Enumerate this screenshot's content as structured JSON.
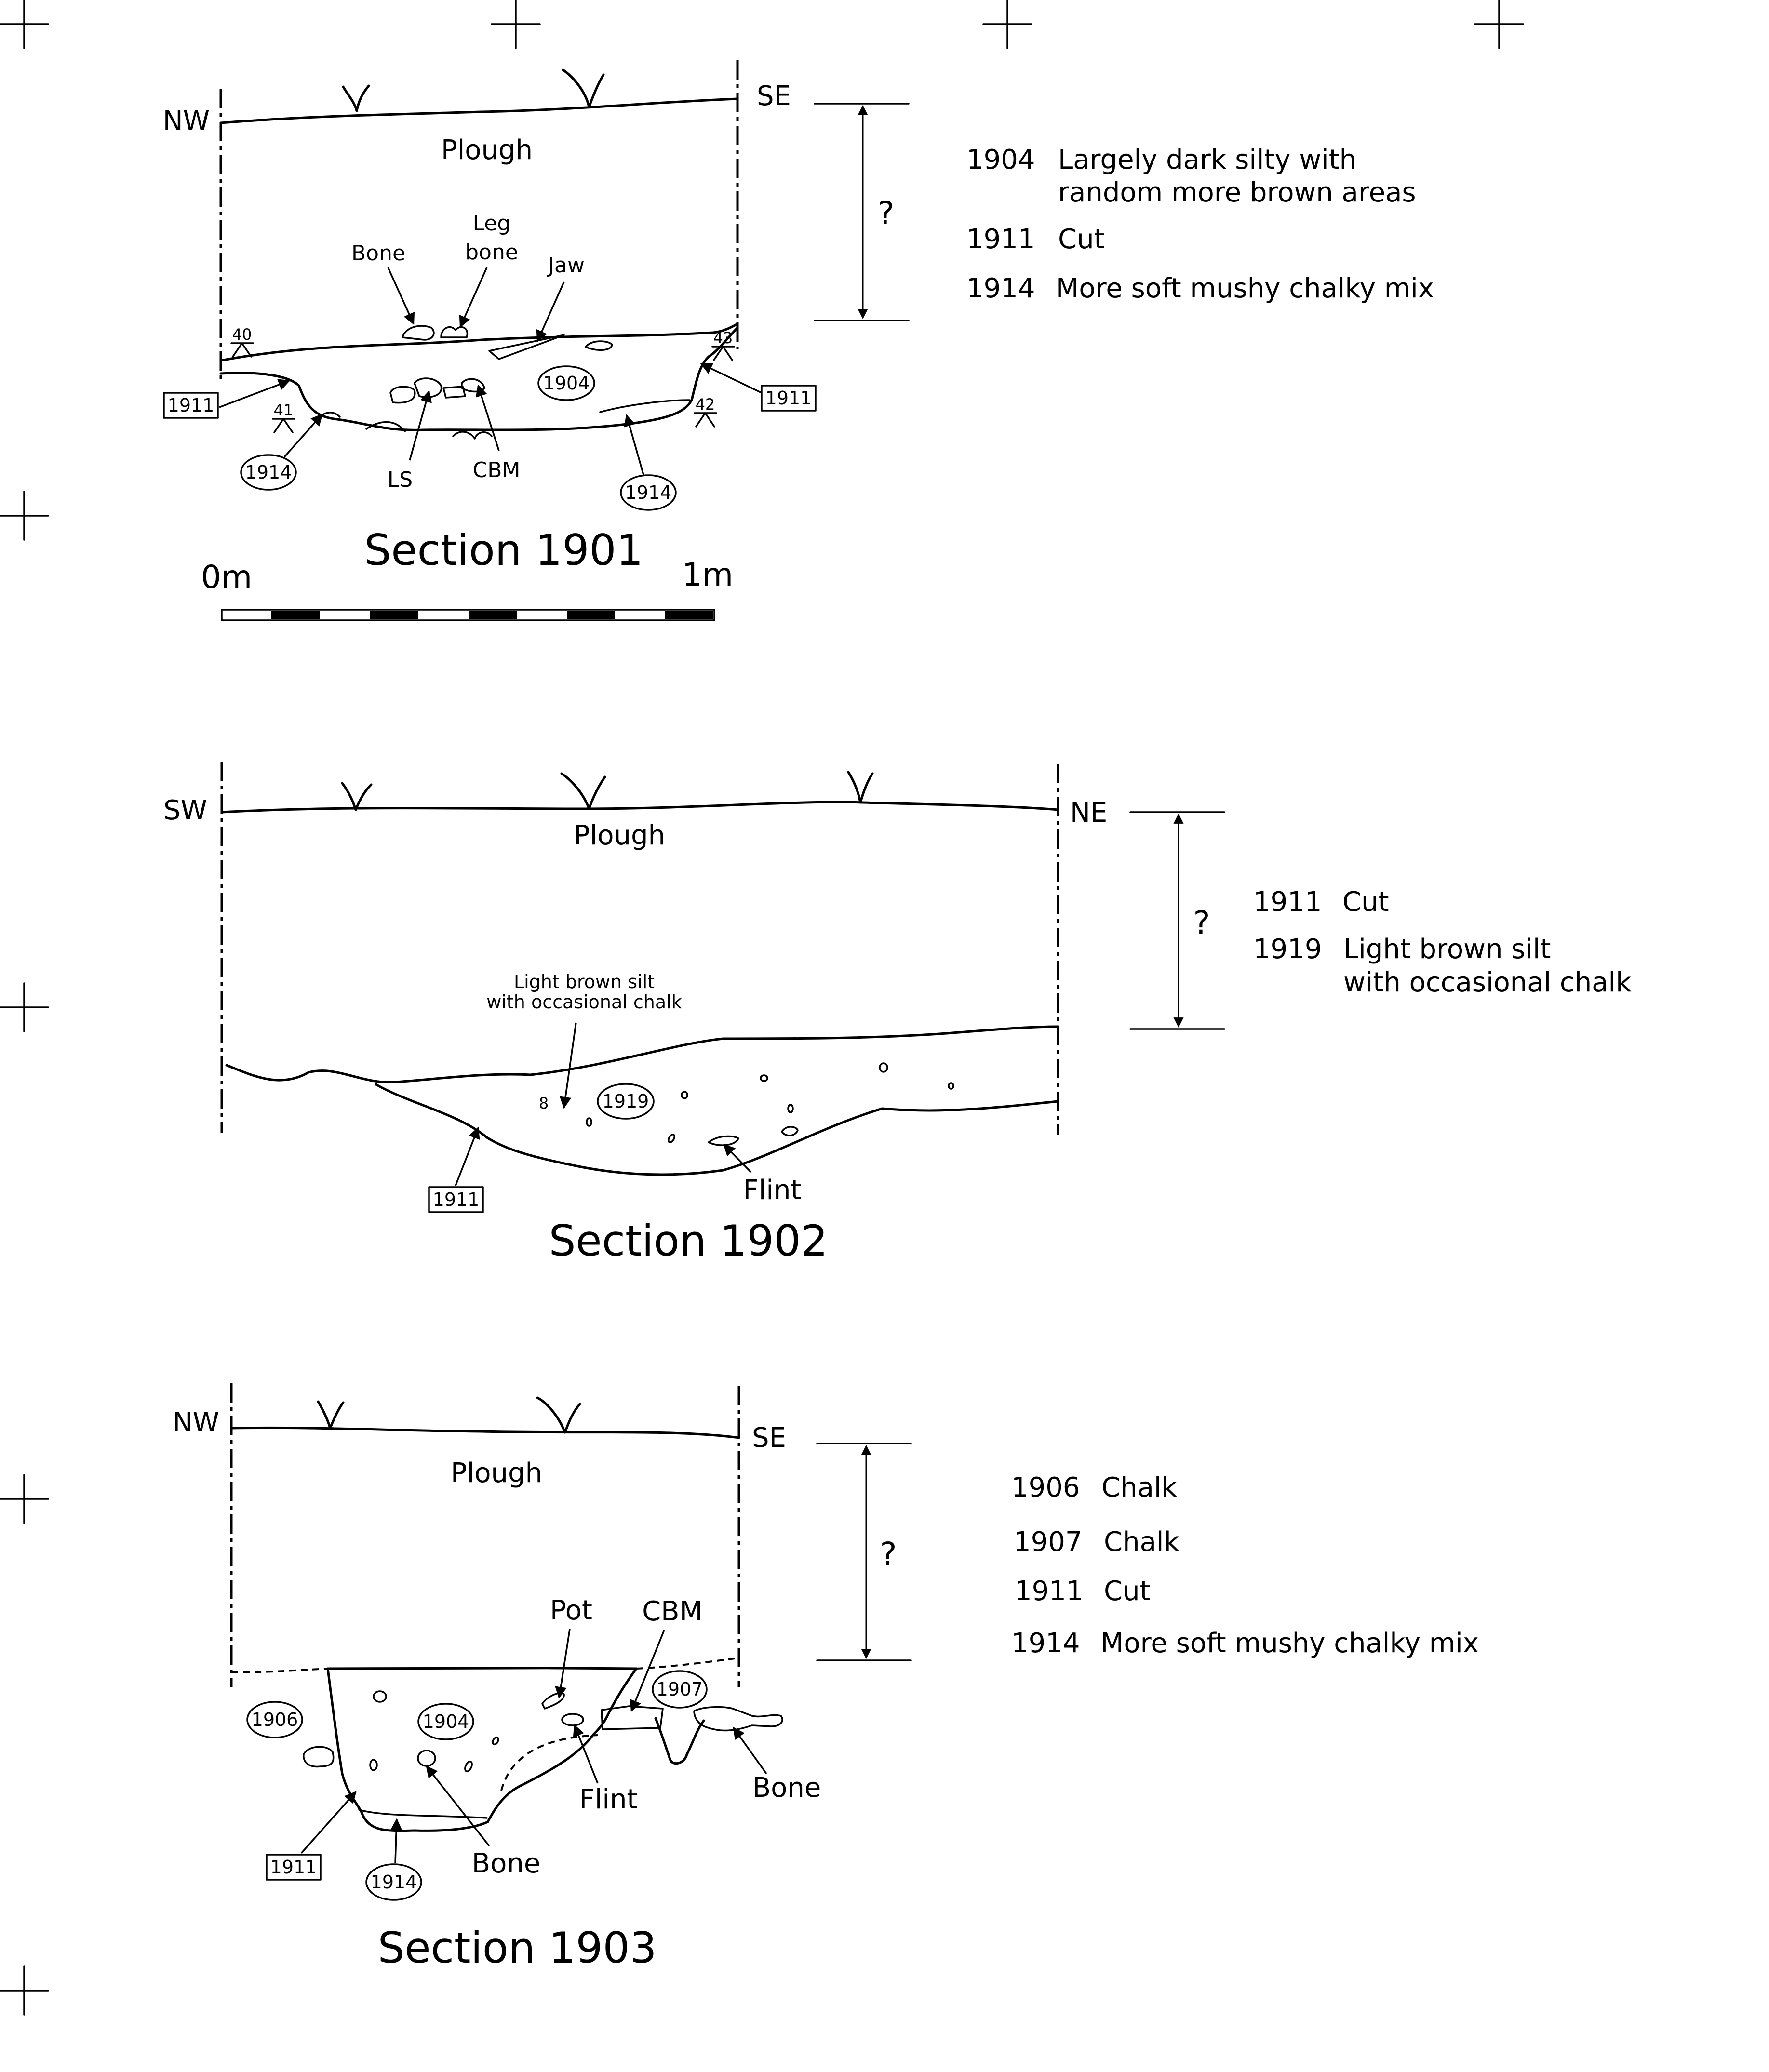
{
  "section1901": {
    "title": "Section 1901",
    "orient_left": "NW",
    "orient_right": "SE",
    "plough": "Plough",
    "bone": "Bone",
    "leg": "Leg",
    "leg_bone": "bone",
    "jaw": "Jaw",
    "ls": "LS",
    "cbm": "CBM",
    "ctx_1904": "1904",
    "ctx_1911_left": "1911",
    "ctx_1911_right": "1911",
    "ctx_1914_left": "1914",
    "ctx_1914_right": "1914",
    "lvl_40": "40",
    "lvl_41": "41",
    "lvl_42": "42",
    "lvl_43": "43",
    "depth_unknown": "?",
    "legend": [
      {
        "num": "1904",
        "desc": "Largely dark silty with",
        "desc2": "random more brown areas"
      },
      {
        "num": "1911",
        "desc": "Cut"
      },
      {
        "num": "1914",
        "desc": "More soft mushy chalky mix"
      }
    ]
  },
  "scale": {
    "start": "0m",
    "end": "1m"
  },
  "section1902": {
    "title": "Section 1902",
    "orient_left": "SW",
    "orient_right": "NE",
    "plough": "Plough",
    "annot_line1": "Light brown silt",
    "annot_line2": "with occasional chalk",
    "ctx_1919": "1919",
    "ctx_1911": "1911",
    "flint": "Flint",
    "small_find": "8",
    "depth_unknown": "?",
    "legend": [
      {
        "num": "1911",
        "desc": "Cut"
      },
      {
        "num": "1919",
        "desc": "Light brown silt",
        "desc2": "with occasional chalk"
      }
    ]
  },
  "section1903": {
    "title": "Section 1903",
    "orient_left": "NW",
    "orient_right": "SE",
    "plough": "Plough",
    "pot": "Pot",
    "cbm": "CBM",
    "flint": "Flint",
    "bone_left": "Bone",
    "bone_right": "Bone",
    "ctx_1906": "1906",
    "ctx_1904": "1904",
    "ctx_1907": "1907",
    "ctx_1911": "1911",
    "ctx_1914": "1914",
    "depth_unknown": "?",
    "legend": [
      {
        "num": "1906",
        "desc": "Chalk"
      },
      {
        "num": "1907",
        "desc": "Chalk"
      },
      {
        "num": "1911",
        "desc": "Cut"
      },
      {
        "num": "1914",
        "desc": "More soft mushy chalky mix"
      }
    ]
  }
}
